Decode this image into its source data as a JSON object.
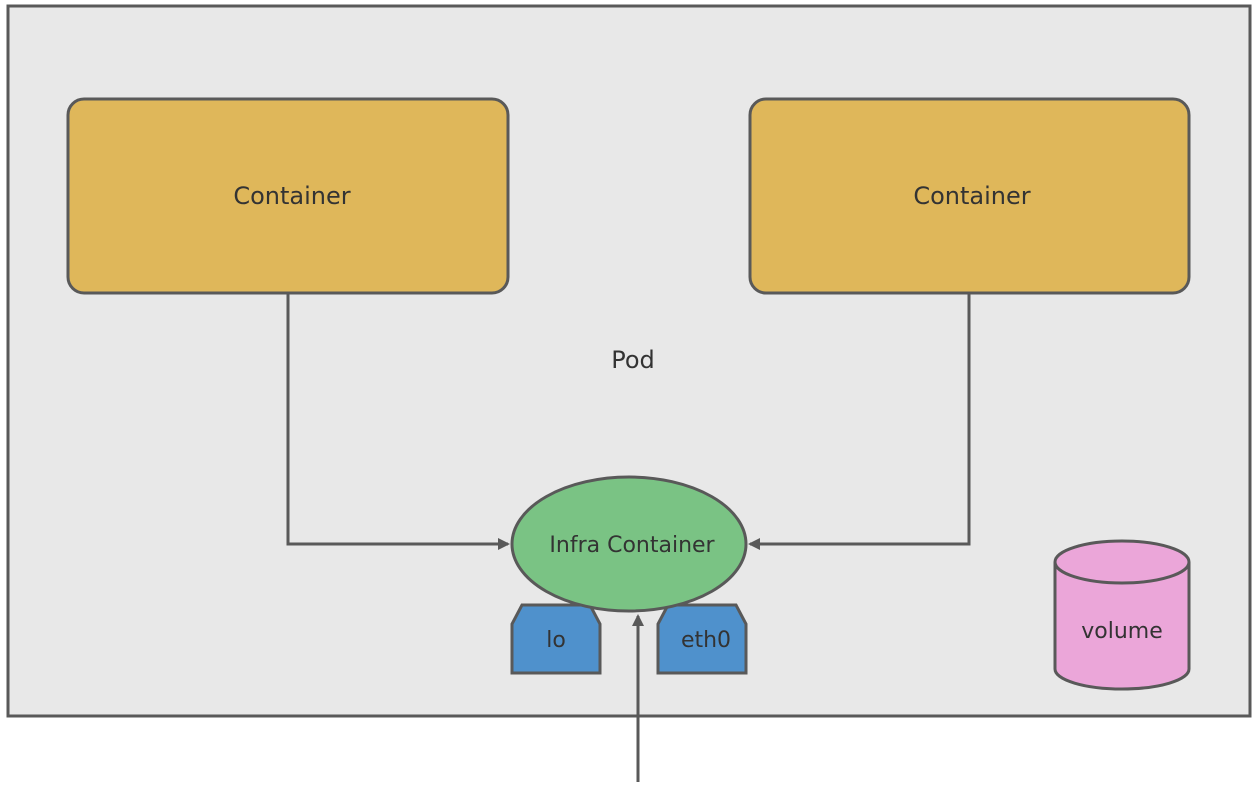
{
  "pod": {
    "label": "Pod",
    "fill": "#e8e8e8",
    "stroke": "#595959"
  },
  "containers": [
    {
      "label": "Container",
      "fill": "#dfb75a",
      "stroke": "#595959"
    },
    {
      "label": "Container",
      "fill": "#dfb75a",
      "stroke": "#595959"
    }
  ],
  "infra": {
    "label": "Infra Container",
    "fill": "#7ac384",
    "stroke": "#595959"
  },
  "interfaces": [
    {
      "label": "lo",
      "fill": "#4f91cc",
      "stroke": "#595959"
    },
    {
      "label": "eth0",
      "fill": "#4f91cc",
      "stroke": "#595959"
    }
  ],
  "volume": {
    "label": "volume",
    "fill": "#eba6d9",
    "stroke": "#595959"
  },
  "arrows": {
    "color": "#595959"
  }
}
